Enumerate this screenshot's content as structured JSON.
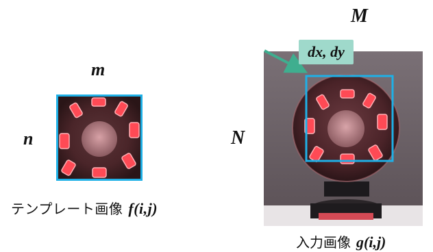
{
  "template": {
    "width_label": "m",
    "height_label": "n",
    "caption_text": "テンプレート画像",
    "caption_formula": "f(i,j)"
  },
  "input": {
    "width_label": "M",
    "height_label": "N",
    "caption_text": "入力画像",
    "caption_formula": "g(i,j)"
  },
  "offset_label": "dx, dy",
  "colors": {
    "frame": "#1fb0e6",
    "arrow": "#3fae8f",
    "offset_box": "#9fd9cb",
    "led": "#ff4a55"
  }
}
